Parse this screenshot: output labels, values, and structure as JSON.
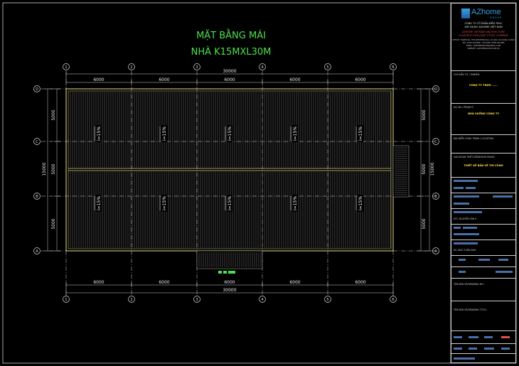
{
  "drawing": {
    "title_line1": "MẶT BẰNG MÁI",
    "title_line2": "NHÀ K15MXL30M",
    "overall_top": "30000",
    "overall_bottom": "30000",
    "bays_top": [
      "6000",
      "6000",
      "6000",
      "6000",
      "6000"
    ],
    "bays_bottom": [
      "6000",
      "6000",
      "6000",
      "6000",
      "6000"
    ],
    "left_dims": [
      "5000",
      "5000",
      "5000"
    ],
    "left_total": "15000",
    "right_dims": [
      "5000",
      "5000",
      "5000"
    ],
    "right_total": "15000",
    "grid_cols": [
      "1",
      "2",
      "3",
      "4",
      "5",
      "6"
    ],
    "grid_rows": [
      "D",
      "C",
      "B",
      "A"
    ],
    "slope_label": "i=15%",
    "colors": {
      "roof_line": "#bdbdbd",
      "border": "#e6e08a",
      "grid": "#e0e0e0",
      "title": "#4de04d",
      "accent": "#ffe14d"
    }
  },
  "title_block": {
    "logo_brand": "AZhome",
    "logo_sub": "GROUP",
    "company_line1": "CÔNG TY CỔ PHẦN KIẾN TRÚC",
    "company_line2": "XÂY DỰNG AZHOME VIỆT NAM",
    "company_en1": "AZHOME VIETNAM ARCHITECTURE",
    "company_en2": "CONSTRUCTION JOINT STOCK COMPANY",
    "address": [
      "OFFICE: TOWER B1, THE WESTERN DIAL, HA NOI, HA DONG, HANOI",
      "TEL: 0246.3244466 - HOTLINE: 0936.246.886",
      "EMAIL: AZHOMEGROUP@GMAIL.COM",
      "WEBSITE: AZHOMEGROUP.COM.VN"
    ],
    "owner_label": "CHỦ ĐẦU TƯ / OWNER:",
    "owner_value": "CÔNG TY TNHH ......",
    "project_label": "DỰ ÁN / PROJECT:",
    "project_value": "NHÀ XƯỞNG CÔNG TY",
    "location_label": "ĐỊA ĐIỂM CÔNG TRÌNH / LOCATION:",
    "phase_label": "GIAI ĐOẠN THIẾT KẾ/DESIGN PHASE:",
    "phase_value": "THIẾT KẾ BẢN VẼ THI CÔNG",
    "sig1": "KTS. NGUYỄN VĂN A",
    "sig2": "KS. NGÔ TUẤN ANH",
    "drawing_name_label": "TÊN BẢN VẼ/DRAWING NO.:",
    "drawing_sheet_label": "TÊN BẢN VẼ/DRAWING TITLE:"
  }
}
